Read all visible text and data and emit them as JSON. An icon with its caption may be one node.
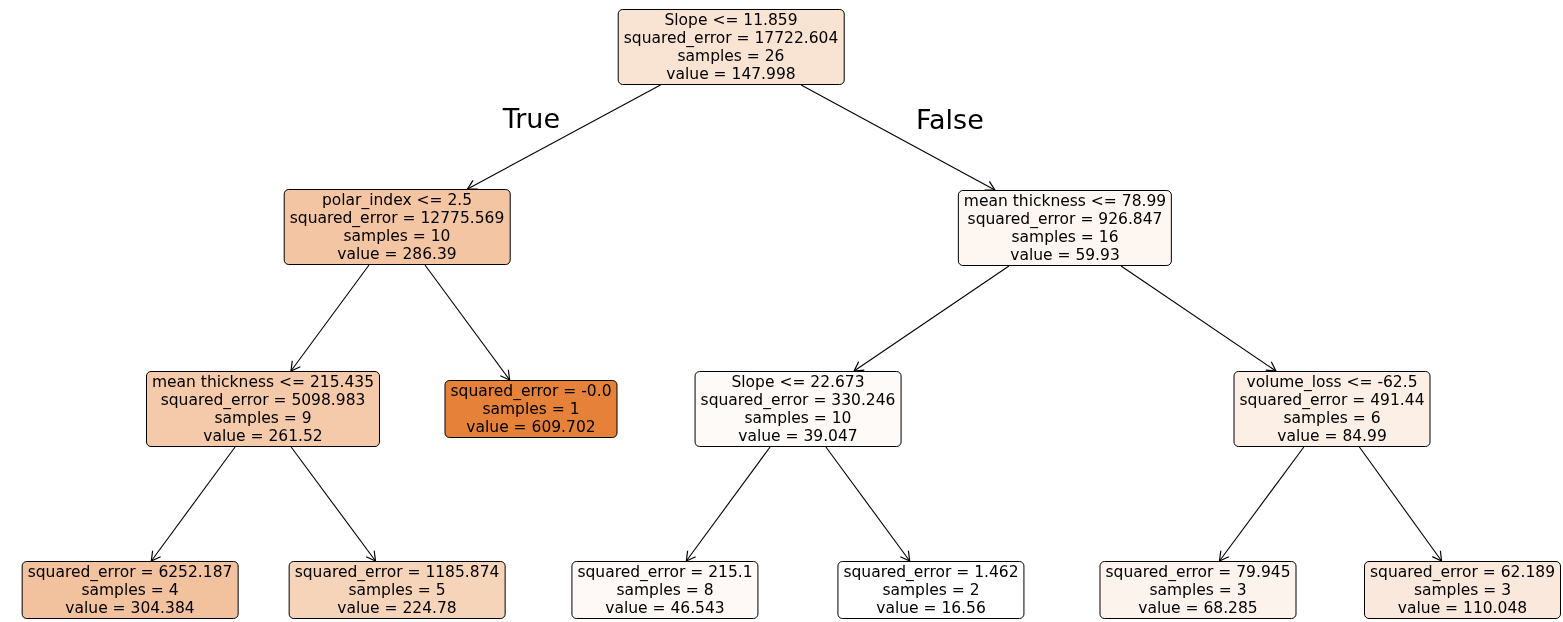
{
  "diagram": {
    "nodes": [
      {
        "text": [
          "Slope <= 11.859",
          "squared_error = 17722.604",
          "samples = 26",
          "value = 147.998"
        ]
      },
      {
        "text": [
          "polar_index <= 2.5",
          "squared_error = 12775.569",
          "samples = 10",
          "value = 286.39"
        ]
      },
      {
        "text": [
          "mean thickness <= 78.99",
          "squared_error = 926.847",
          "samples = 16",
          "value = 59.93"
        ]
      },
      {
        "text": [
          "mean thickness <= 215.435",
          "squared_error = 5098.983",
          "samples = 9",
          "value = 261.52"
        ]
      },
      {
        "text": [
          "squared_error = -0.0",
          "samples = 1",
          "value = 609.702"
        ]
      },
      {
        "text": [
          "Slope <= 22.673",
          "squared_error = 330.246",
          "samples = 10",
          "value = 39.047"
        ]
      },
      {
        "text": [
          "volume_loss <= -62.5",
          "squared_error = 491.44",
          "samples = 6",
          "value = 84.99"
        ]
      },
      {
        "text": [
          "squared_error = 6252.187",
          "samples = 4",
          "value = 304.384"
        ]
      },
      {
        "text": [
          "squared_error = 1185.874",
          "samples = 5",
          "value = 224.78"
        ]
      },
      {
        "text": [
          "squared_error = 215.1",
          "samples = 8",
          "value = 46.543"
        ]
      },
      {
        "text": [
          "squared_error = 1.462",
          "samples = 2",
          "value = 16.56"
        ]
      },
      {
        "text": [
          "squared_error = 79.945",
          "samples = 3",
          "value = 68.285"
        ]
      },
      {
        "text": [
          "squared_error = 62.189",
          "samples = 3",
          "value = 110.048"
        ]
      }
    ],
    "edges": [
      {
        "from": 0,
        "to": 1,
        "arrow": "to",
        "label": "True"
      },
      {
        "from": 0,
        "to": 2,
        "arrow": "to",
        "label": "False"
      },
      {
        "from": 1,
        "to": 3,
        "arrow": "to"
      },
      {
        "from": 1,
        "to": 4,
        "arrow": "to"
      },
      {
        "from": 3,
        "to": 7,
        "arrow": "to"
      },
      {
        "from": 3,
        "to": 8,
        "arrow": "to"
      },
      {
        "from": 2,
        "to": 5,
        "arrow": "to"
      },
      {
        "from": 2,
        "to": 6,
        "arrow": "to"
      },
      {
        "from": 5,
        "to": 9,
        "arrow": "to"
      },
      {
        "from": 5,
        "to": 10,
        "arrow": "to"
      },
      {
        "from": 6,
        "to": 11,
        "arrow": "to"
      },
      {
        "from": 6,
        "to": 12,
        "arrow": "to"
      }
    ]
  }
}
